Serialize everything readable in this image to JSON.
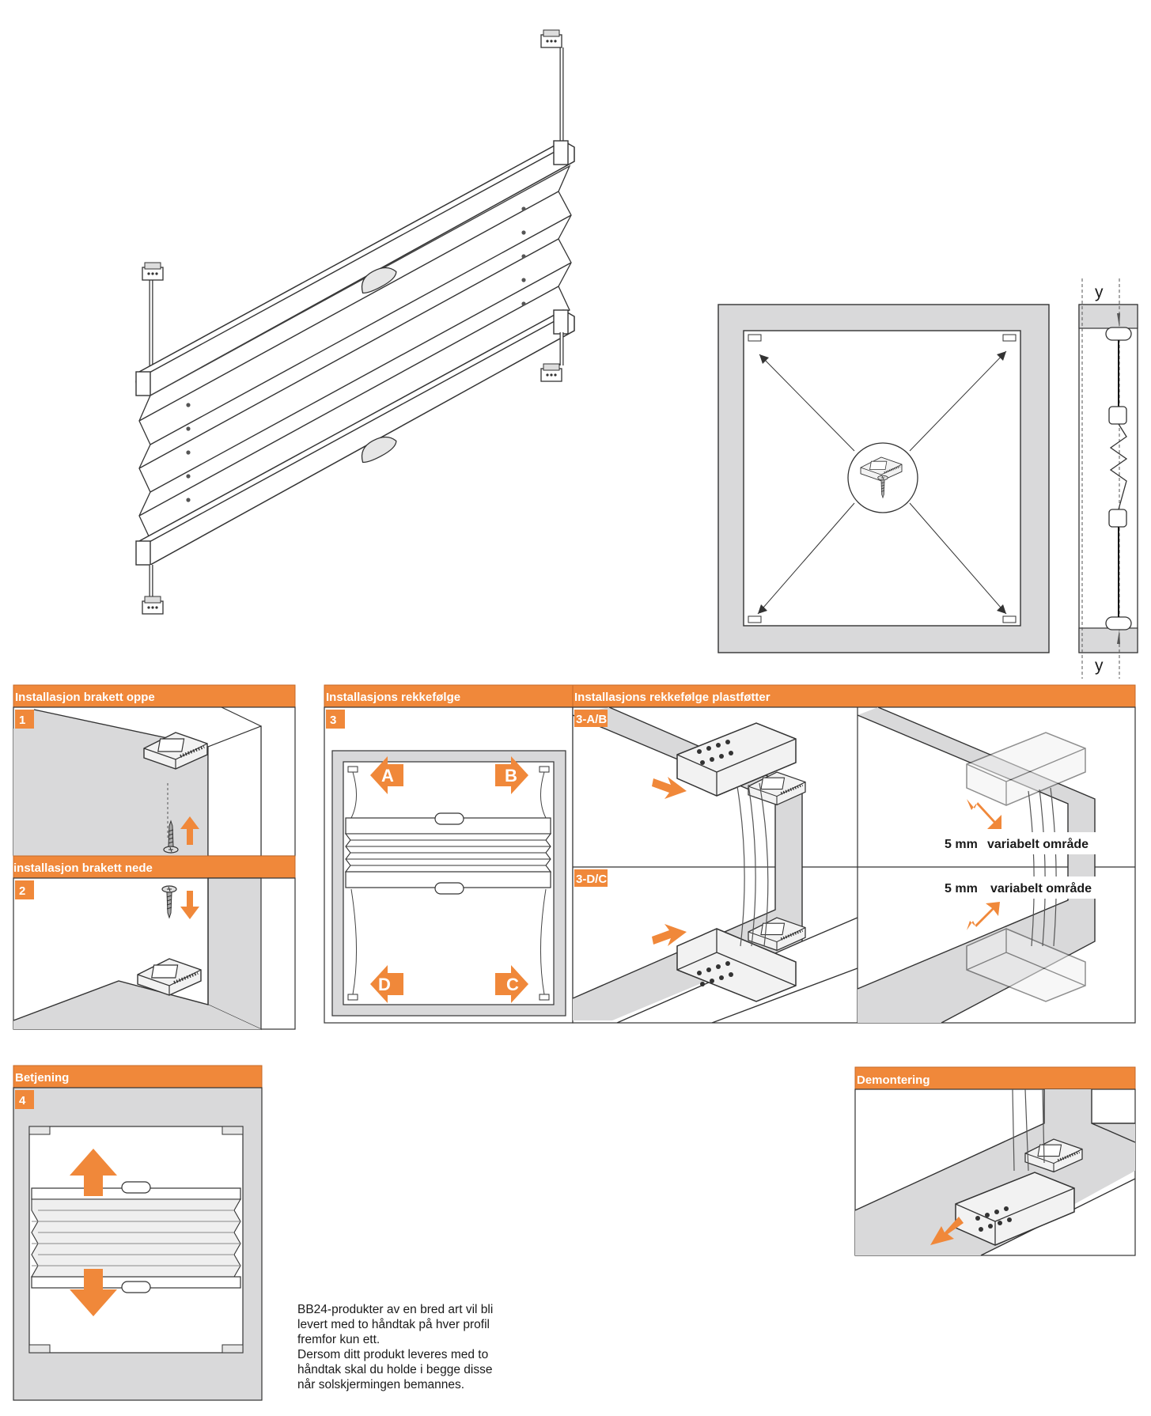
{
  "colors": {
    "accent": "#f0883a",
    "panel_gray": "#d9d9da",
    "line": "#333333"
  },
  "sections": {
    "bracket_top": {
      "title": "Installasjon brakett oppe",
      "step": "1"
    },
    "bracket_bottom": {
      "title": "installasjon brakett nede",
      "step": "2"
    },
    "order": {
      "title": "Installasjons rekkefølge",
      "step": "3",
      "corners": {
        "a": "A",
        "b": "B",
        "c": "C",
        "d": "D"
      }
    },
    "feet": {
      "title": "Installasjons rekkefølge plastføtter",
      "step_top": "3-A/B",
      "step_bottom": "3-D/C",
      "range_top": {
        "size": "5 mm",
        "text": "variabelt område"
      },
      "range_bottom": {
        "size": "5 mm",
        "text": "variabelt område"
      }
    },
    "operation": {
      "title": "Betjening",
      "step": "4"
    },
    "removal": {
      "title": "Demontering"
    }
  },
  "side_view": {
    "top_label": "y",
    "bottom_label": "y"
  },
  "note_lines": [
    "BB24-produkter av en bred art vil bli",
    "levert med to håndtak på hver profil",
    "fremfor kun ett.",
    "Dersom ditt produkt leveres med to",
    "håndtak skal du holde i begge disse",
    "når solskjermingen bemannes."
  ],
  "icons": [
    "bracket-icon",
    "screw-icon",
    "arrow-up-icon",
    "arrow-down-icon",
    "plastic-foot-icon",
    "handle-icon"
  ]
}
